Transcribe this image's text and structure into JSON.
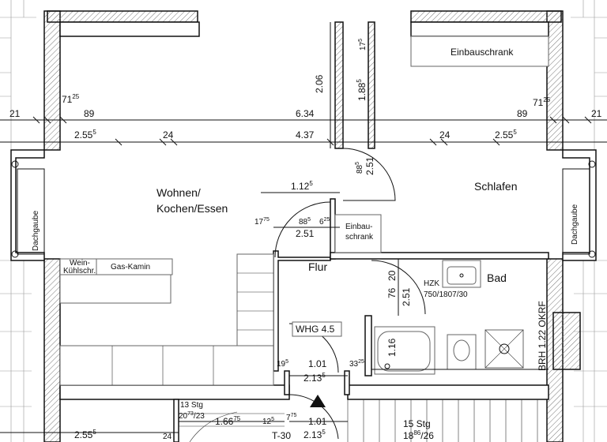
{
  "rooms": {
    "wohnen_line1": "Wohnen/",
    "wohnen_line2": "Kochen/Essen",
    "schlafen": "Schlafen",
    "flur": "Flur",
    "bad": "Bad",
    "dachgaube_left": "Dachgaube",
    "dachgaube_right": "Dachgaube",
    "einbauschrank_top": "Einbauschrank",
    "einbauschrank_mid_1": "Einbau-",
    "einbauschrank_mid_2": "schrank"
  },
  "furniture": {
    "wein_1": "Wein-",
    "wein_2": "Kühlschr.",
    "gas_kamin": "Gas-Kamin",
    "hzk_1": "HZK",
    "hzk_2": "750/1807/30",
    "whg": "WHG 4.5",
    "brh": "BRH 1.22 OKRF"
  },
  "stairs": {
    "left_1": "13 Stg",
    "left_2a": "20",
    "left_2b": "73",
    "left_2c": "/23",
    "right_1": "15 Stg",
    "right_2a": "18",
    "right_2b": "86",
    "right_2c": "/26",
    "t30": "T-30"
  },
  "dims": {
    "top_left_21": "21",
    "top_71a": "71",
    "top_71a_sup": "25",
    "top_89a": "89",
    "top_634": "6.34",
    "top_89b": "89",
    "top_71b": "71",
    "top_71b_sup": "25",
    "top_right_21": "21",
    "row2_255a": "2.55",
    "row2_255a_sup": "5",
    "row2_24a": "24",
    "row2_437": "4.37",
    "row2_24b": "24",
    "row2_255b": "2.55",
    "row2_255b_sup": "5",
    "v_206": "2.06",
    "v_188": "1.88",
    "v_188_sup": "5",
    "v_17": "17",
    "v_17_sup": "5",
    "v_88": "88",
    "v_88_sup": "5",
    "v_251a": "2.51",
    "d_112": "1.12",
    "d_112_sup": "5",
    "d_17": "17",
    "d_17_sup": "75",
    "d_88": "88",
    "d_88_sup": "5",
    "d_6": "6",
    "d_6_sup": "25",
    "d_251b": "2.51",
    "v_76": "76",
    "v_20": "20",
    "v_251c": "2.51",
    "v_116": "1.16",
    "b_19": "19",
    "b_19_sup": "5",
    "b_101a": "1.01",
    "b_33": "33",
    "b_33_sup": "25",
    "b_213a": "2.13",
    "b_213a_sup": "5",
    "b_166": "1.66",
    "b_166_sup": "75",
    "b_12": "12",
    "b_12_sup": "5",
    "b_7": "7",
    "b_7_sup": "75",
    "b_101b": "1.01",
    "b_213b": "2.13",
    "b_213b_sup": "5",
    "b_255": "2.55",
    "b_255_sup": "5",
    "b_24": "24"
  }
}
